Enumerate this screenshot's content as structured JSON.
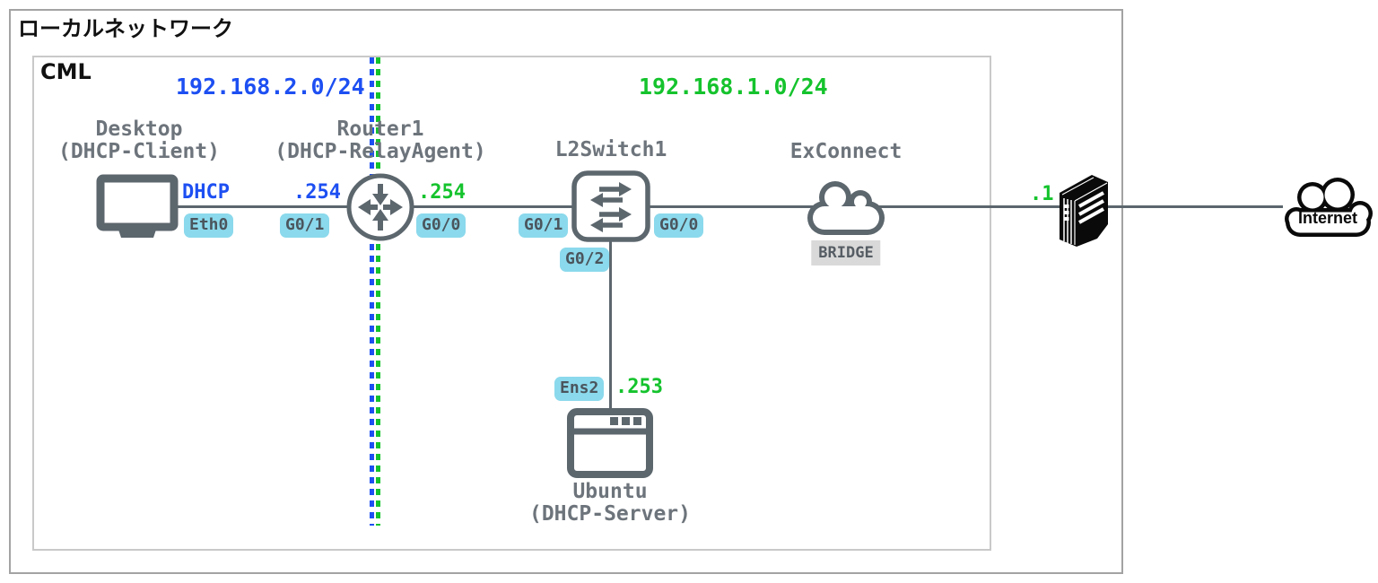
{
  "theme": {
    "blue": "#1d4ff2",
    "green": "#15c32d",
    "badge_bg": "#8bd9ec",
    "badge_text": "#4b555d",
    "icon_gray": "#5c666d",
    "label_gray": "#6d747b",
    "line_gray": "#5c666d",
    "bridge_bg": "#d9d9d9",
    "bridge_text": "#565d64",
    "outer_border": "#a3a3a3",
    "inner_border": "#c9c9c9",
    "black": "#0a0a0a"
  },
  "diagram": {
    "outer_label": "ローカルネットワーク",
    "inner_label": "CML",
    "subnets": {
      "left": {
        "cidr": "192.168.2.0/24"
      },
      "right": {
        "cidr": "192.168.1.0/24"
      }
    },
    "nodes": {
      "desktop": {
        "name": "Desktop",
        "sub": "(DHCP-Client)"
      },
      "router1": {
        "name": "Router1",
        "sub": "(DHCP-RelayAgent)"
      },
      "l2switch1": {
        "name": "L2Switch1"
      },
      "exconnect": {
        "name": "ExConnect",
        "mode": "BRIDGE"
      },
      "ubuntu": {
        "name": "Ubuntu",
        "sub": "(DHCP-Server)"
      },
      "internet": {
        "name": "Internet"
      }
    },
    "labels": {
      "desktop_dhcp": "DHCP",
      "desktop_eth0": "Eth0",
      "router_g01": "G0/1",
      "router_g01_ip": ".254",
      "router_g00": "G0/0",
      "router_g00_ip": ".254",
      "switch_g01": "G0/1",
      "switch_g00": "G0/0",
      "switch_g02": "G0/2",
      "ubuntu_ens2": "Ens2",
      "ubuntu_ip": ".253",
      "wan_ip": ".1"
    }
  }
}
